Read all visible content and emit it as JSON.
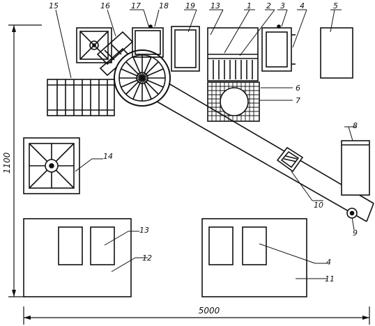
{
  "diagram": {
    "dimensions": {
      "width_label": "5000",
      "height_label": "1100"
    },
    "callouts": [
      "1",
      "2",
      "3",
      "4",
      "5",
      "6",
      "7",
      "8",
      "9",
      "10",
      "11",
      "12",
      "13",
      "14",
      "15",
      "16",
      "17",
      "18",
      "19"
    ],
    "colors": {
      "ink": "#111111",
      "paper": "#ffffff"
    }
  }
}
